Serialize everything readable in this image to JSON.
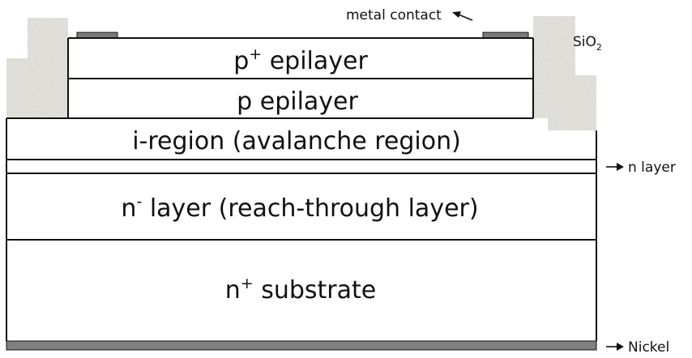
{
  "colors": {
    "outline": "#111111",
    "metal_contact": "#7a7a7a",
    "nickel": "#7f7f7f",
    "sio2_base": "#e6e5df",
    "sio2_speckle": "#c9c8c0"
  },
  "layers": {
    "p_plus": {
      "base": "p",
      "sup": "+",
      "rest": " epilayer"
    },
    "p": {
      "text": "p epilayer"
    },
    "i_region": {
      "text": "i-region (avalanche region)"
    },
    "n_minus": {
      "base": "n",
      "sup": "-",
      "rest": " layer (reach-through layer)"
    },
    "n_plus": {
      "base": "n",
      "sup": "+",
      "rest": " substrate"
    }
  },
  "annotations": {
    "metal_contact": "metal contact",
    "sio2": {
      "base": "SiO",
      "sub": "2"
    },
    "n_layer": "n layer",
    "nickel": "Nickel"
  }
}
